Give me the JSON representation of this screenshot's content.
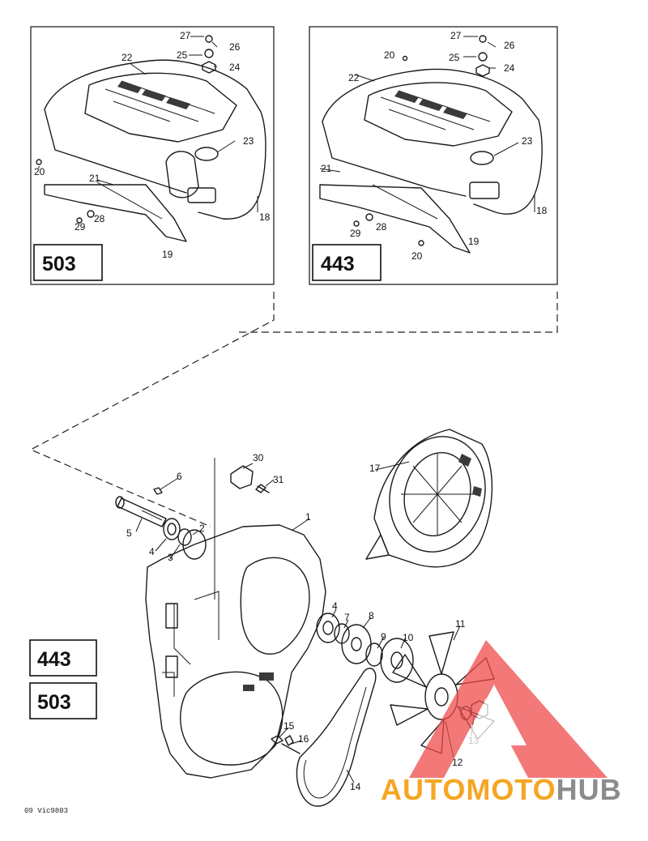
{
  "panel_503_top": {
    "code": "503",
    "callouts": [
      "27",
      "26",
      "25",
      "24",
      "22",
      "23",
      "20",
      "21",
      "29",
      "28",
      "18",
      "19"
    ]
  },
  "panel_443_top": {
    "code": "443",
    "callouts": [
      "27",
      "26",
      "20",
      "25",
      "24",
      "22",
      "23",
      "21",
      "18",
      "29",
      "28",
      "19",
      "20"
    ]
  },
  "main": {
    "codes": [
      "443",
      "503"
    ],
    "callouts": [
      "30",
      "31",
      "6",
      "5",
      "2",
      "4",
      "3",
      "1",
      "17",
      "4",
      "7",
      "8",
      "9",
      "10",
      "11",
      "15",
      "16",
      "13",
      "12",
      "14"
    ]
  },
  "footer": {
    "ref": "09 Vic9803"
  },
  "watermark": {
    "parts": [
      "AUTOMOTO",
      "HUB"
    ],
    "colors": {
      "accent": "#f5a623",
      "gray": "#8c8c8c",
      "logo": "#ef4b4b"
    }
  }
}
